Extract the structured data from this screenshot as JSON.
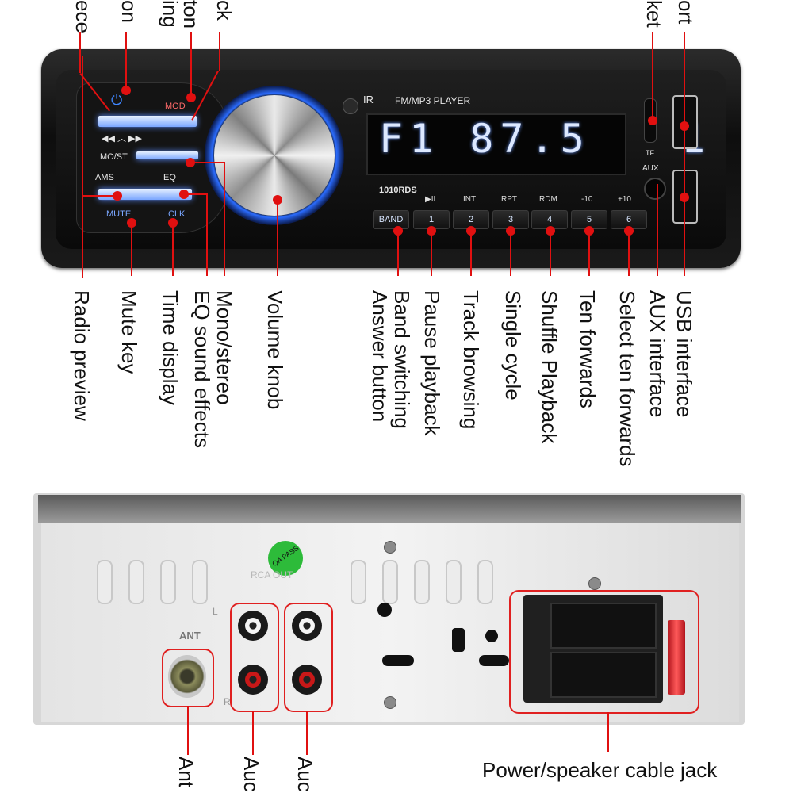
{
  "top_labels": {
    "l1": "ece",
    "l2": "on",
    "l3": "ton",
    "l3b": "ing",
    "l4": "ck",
    "r1": "ket",
    "r2": "ort"
  },
  "front_panel": {
    "mod_label": "MOD",
    "most_label": "MO/ST",
    "ams_label": "AMS",
    "eq_label": "EQ",
    "mute_label": "MUTE",
    "clk_label": "CLK",
    "ir_label": "IR",
    "player_label": "FM/MP3 PLAYER",
    "display_text": "F1 87.5   1",
    "model_label": "1010RDS",
    "tf_label": "TF",
    "aux_label": "AUX",
    "key_labels": [
      "BAND",
      "1",
      "2",
      "3",
      "4",
      "5",
      "6"
    ],
    "key_top_labels": [
      "▶II",
      "INT",
      "RPT",
      "RDM",
      "-10",
      "+10"
    ]
  },
  "front_callouts": [
    "Radio preview",
    "Mute key",
    "Time display",
    "EQ sound effects",
    "Mono/stereo",
    "Volume knob",
    "Band switching",
    "Answer button",
    "Pause playback",
    "Track browsing",
    "Single cycle",
    "Shuffle Playback",
    "Ten forwards",
    "Select ten forwards",
    "AUX interface",
    "USB interface"
  ],
  "back_panel": {
    "qa_label": "QA PASS",
    "ant_label": "ANT",
    "rca_label": "RCA OUT",
    "l_label": "L",
    "r_label": "R"
  },
  "bottom_callouts": {
    "ant": "Ant",
    "aud1": "Auc",
    "aud2": "Auc",
    "power": "Power/speaker cable jack"
  },
  "colors": {
    "callout": "#e01010",
    "blue_glow": "#5b8cff",
    "display_segments": "#dce8ff",
    "qa_sticker": "#2dbb3a"
  }
}
